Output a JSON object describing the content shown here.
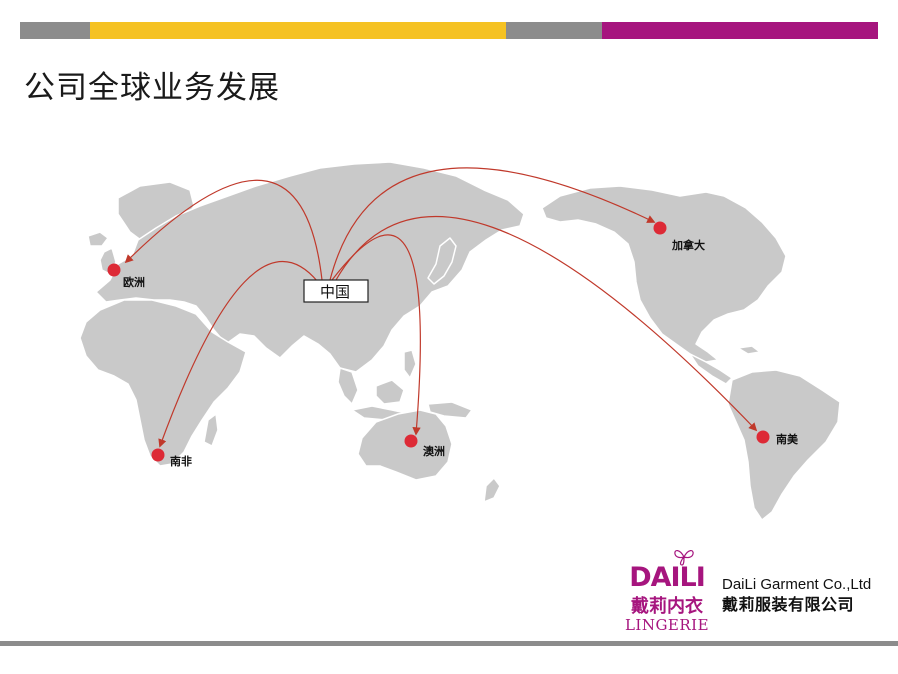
{
  "header": {
    "title": "公司全球业务发展"
  },
  "colors": {
    "bar_gray": "#8c8c8c",
    "bar_yellow": "#f5c223",
    "bar_magenta": "#a6157e",
    "land": "#c9c9c9",
    "route": "#c0392b",
    "dot": "#dd2a36",
    "brand": "#a6157e",
    "bottom_bar": "#8c8c8c"
  },
  "map": {
    "origin": {
      "label": "中国"
    },
    "destinations": [
      {
        "id": "europe",
        "label": "欧洲"
      },
      {
        "id": "south-africa",
        "label": "南非"
      },
      {
        "id": "australia",
        "label": "澳洲"
      },
      {
        "id": "canada",
        "label": "加拿大"
      },
      {
        "id": "south-america",
        "label": "南美"
      }
    ]
  },
  "logo": {
    "brand": "DAILI",
    "cn": "戴莉内衣",
    "en": "LINGERIE"
  },
  "company": {
    "name_en": "DaiLi Garment Co.,Ltd",
    "name_cn": "戴莉服装有限公司"
  }
}
